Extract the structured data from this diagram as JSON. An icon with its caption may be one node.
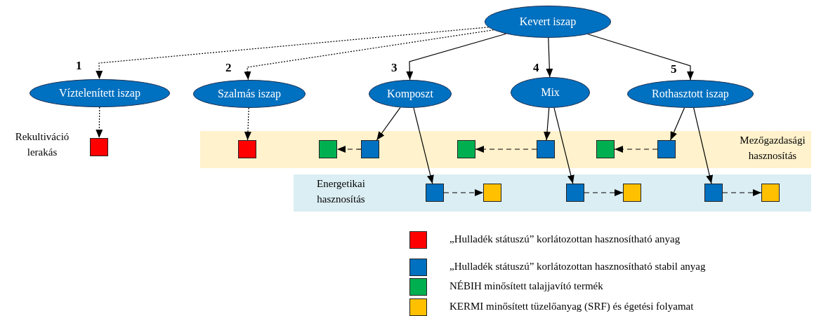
{
  "diagram": {
    "nodes": [
      {
        "text": [
          "Kevert iszap"
        ]
      },
      {
        "text": [
          "Víztelenített iszap"
        ]
      },
      {
        "text": [
          "Szalmás iszap"
        ]
      },
      {
        "text": [
          "Komposzt"
        ]
      },
      {
        "text": [
          "Mix"
        ]
      },
      {
        "text": [
          "Rothasztott iszap"
        ]
      },
      {
        "text": [
          "Mezőgazdasági hasznosítás"
        ]
      },
      {
        "text": [
          "Energetikai hasznosítás"
        ]
      },
      {
        "text": [],
        "shape": "box",
        "beside": [
          "Rekultiváció lerakás"
        ]
      },
      {
        "text": [],
        "shape": "box",
        "in": 6
      },
      {
        "text": [],
        "shape": "box",
        "in": 6
      },
      {
        "text": [],
        "shape": "box",
        "in": 6
      },
      {
        "text": [],
        "shape": "box",
        "in": 6
      },
      {
        "text": [],
        "shape": "box",
        "in": 6
      },
      {
        "text": [],
        "shape": "box",
        "in": 6
      },
      {
        "text": [],
        "shape": "box",
        "in": 6
      },
      {
        "text": [],
        "shape": "box",
        "in": 7
      },
      {
        "text": [],
        "shape": "box",
        "in": 7
      },
      {
        "text": [],
        "shape": "box",
        "in": 7
      },
      {
        "text": [],
        "shape": "box",
        "in": 7
      },
      {
        "text": [],
        "shape": "box",
        "in": 7
      },
      {
        "text": [],
        "shape": "box",
        "in": 7
      }
    ],
    "edges": [
      {
        "from": 0,
        "to": 1,
        "arrow": "to",
        "style": "dashed"
      },
      {
        "from": 0,
        "to": 2,
        "arrow": "to",
        "style": "dashed"
      },
      {
        "from": 0,
        "to": 3,
        "arrow": "to"
      },
      {
        "from": 0,
        "to": 4,
        "arrow": "to"
      },
      {
        "from": 0,
        "to": 5,
        "arrow": "to"
      },
      {
        "from": 1,
        "to": 8,
        "arrow": "to",
        "style": "dashed"
      },
      {
        "from": 2,
        "to": 9,
        "arrow": "to",
        "style": "dashed"
      },
      {
        "from": 3,
        "to": 11,
        "arrow": "to"
      },
      {
        "from": 3,
        "to": 16,
        "arrow": "to"
      },
      {
        "from": 11,
        "to": 10,
        "arrow": "to",
        "style": "dashed"
      },
      {
        "from": 4,
        "to": 13,
        "arrow": "to"
      },
      {
        "from": 4,
        "to": 18,
        "arrow": "to"
      },
      {
        "from": 13,
        "to": 12,
        "arrow": "to",
        "style": "dashed"
      },
      {
        "from": 5,
        "to": 15,
        "arrow": "to"
      },
      {
        "from": 5,
        "to": 20,
        "arrow": "to"
      },
      {
        "from": 15,
        "to": 14,
        "arrow": "to",
        "style": "dashed"
      },
      {
        "from": 16,
        "to": 17,
        "arrow": "to",
        "style": "dashed"
      },
      {
        "from": 18,
        "to": 19,
        "arrow": "to",
        "style": "dashed"
      },
      {
        "from": 20,
        "to": 21,
        "arrow": "to",
        "style": "dashed"
      }
    ],
    "labels": [
      "1",
      "2",
      "3",
      "4",
      "5"
    ],
    "legend": [
      {
        "text": "„Hulladék státuszú” korlátozottan hasznosítható anyag",
        "color": "#ff0000"
      },
      {
        "text": "„Hulladék státuszú” korlátozottan hasznosítható stabil anyag",
        "color": "#0070c0"
      },
      {
        "text": "NÉBIH minősített talajjavító termék",
        "color": "#00b050"
      },
      {
        "text": "KERMI minősített tüzelőanyag (SRF) és égetési folyamat",
        "color": "#ffc000"
      }
    ]
  }
}
